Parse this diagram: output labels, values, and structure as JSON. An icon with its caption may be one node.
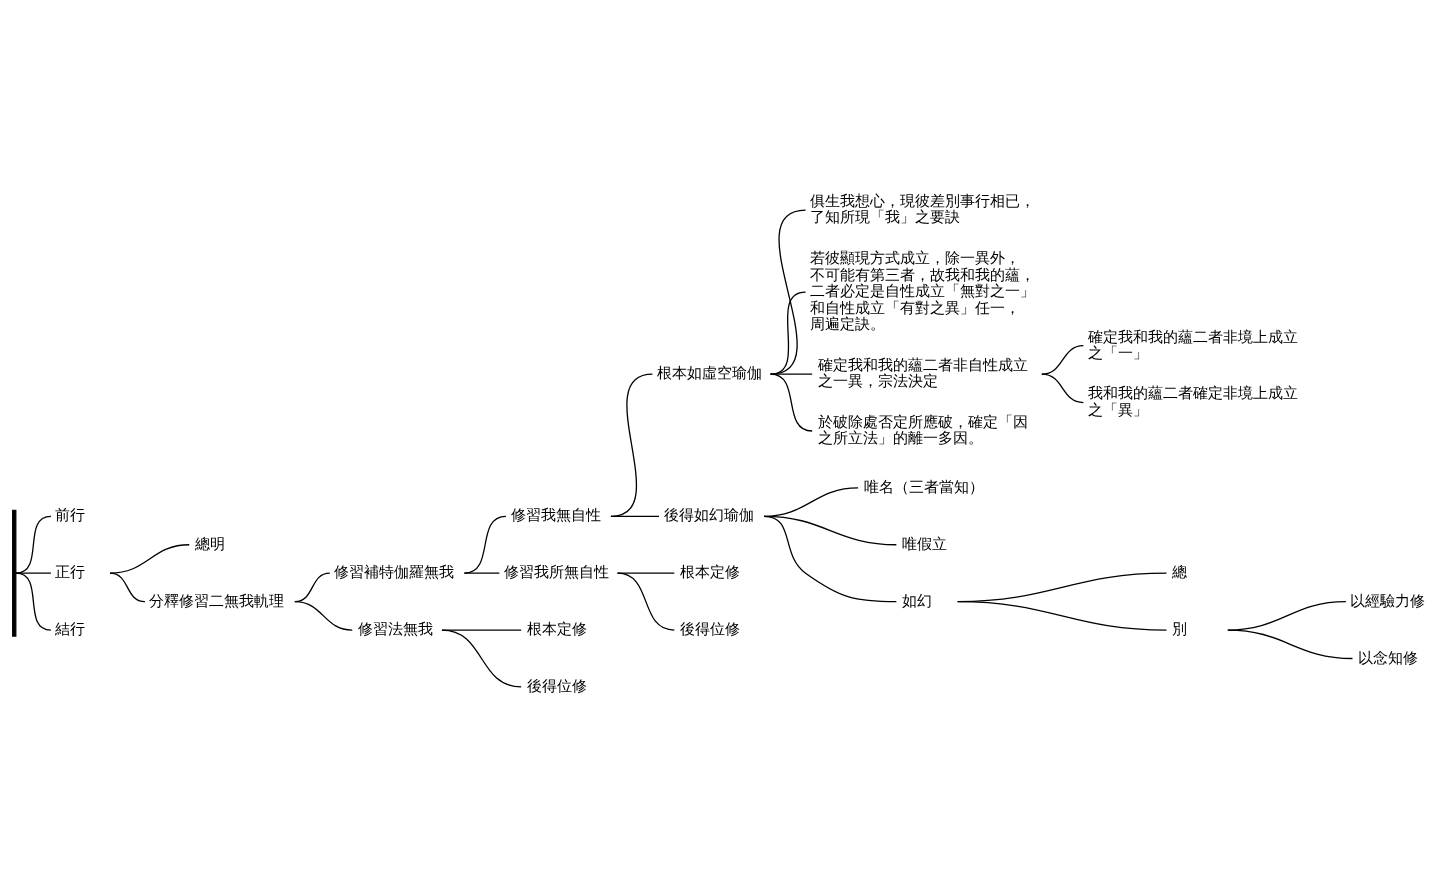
{
  "diagram": {
    "nodes": [
      {
        "text": [],
        "shape": "bar"
      },
      {
        "text": [
          "前行"
        ]
      },
      {
        "text": [
          "正行"
        ]
      },
      {
        "text": [
          "總明"
        ]
      },
      {
        "text": [
          "分釋修習二無我軌理"
        ]
      },
      {
        "text": [
          "修習補特伽羅無我"
        ]
      },
      {
        "text": [
          "修習我無自性"
        ]
      },
      {
        "text": [
          "根本如虛空瑜伽"
        ]
      },
      {
        "text": [
          "俱生我想心，現彼差別事行相已，了知所現「我」之要訣"
        ]
      },
      {
        "text": [
          "若彼顯現方式成立，除一異外，不可能有第三者，故我和我的蘊，二者必定是自性成立「無對之一」和自性成立「有對之異」任一，周遍定訣。"
        ]
      },
      {
        "text": [
          "確定我和我的蘊二者非自性成立之一異，宗法決定"
        ]
      },
      {
        "text": [
          "確定我和我的蘊二者非境上成立之「一」"
        ]
      },
      {
        "text": [
          "我和我的蘊二者確定非境上成立之「異」"
        ]
      },
      {
        "text": [
          "於破除處否定所應破，確定「因之所立法」的離一多因。"
        ]
      },
      {
        "text": [
          "後得如幻瑜伽"
        ]
      },
      {
        "text": [
          "唯名（三者當知）"
        ]
      },
      {
        "text": [
          "唯假立"
        ]
      },
      {
        "text": [
          "如幻"
        ]
      },
      {
        "text": [
          "總"
        ]
      },
      {
        "text": [
          "別"
        ]
      },
      {
        "text": [
          "以經驗力修"
        ]
      },
      {
        "text": [
          "以念知修"
        ]
      },
      {
        "text": [
          "修習我所無自性"
        ]
      },
      {
        "text": [
          "根本定修"
        ]
      },
      {
        "text": [
          "後得位修"
        ]
      },
      {
        "text": [
          "修習法無我"
        ]
      },
      {
        "text": [
          "根本定修"
        ]
      },
      {
        "text": [
          "後得位修"
        ]
      },
      {
        "text": [
          "結行"
        ]
      }
    ],
    "edges": [
      {
        "from": 0,
        "to": 1,
        "arrow": "none"
      },
      {
        "from": 0,
        "to": 2,
        "arrow": "none"
      },
      {
        "from": 2,
        "to": 3,
        "arrow": "none"
      },
      {
        "from": 2,
        "to": 4,
        "arrow": "none"
      },
      {
        "from": 4,
        "to": 5,
        "arrow": "none"
      },
      {
        "from": 5,
        "to": 6,
        "arrow": "none"
      },
      {
        "from": 6,
        "to": 7,
        "arrow": "none"
      },
      {
        "from": 7,
        "to": 8,
        "arrow": "none"
      },
      {
        "from": 7,
        "to": 9,
        "arrow": "none"
      },
      {
        "from": 7,
        "to": 10,
        "arrow": "none"
      },
      {
        "from": 10,
        "to": 11,
        "arrow": "none"
      },
      {
        "from": 10,
        "to": 12,
        "arrow": "none"
      },
      {
        "from": 7,
        "to": 13,
        "arrow": "none"
      },
      {
        "from": 6,
        "to": 14,
        "arrow": "none"
      },
      {
        "from": 14,
        "to": 15,
        "arrow": "none"
      },
      {
        "from": 14,
        "to": 16,
        "arrow": "none"
      },
      {
        "from": 14,
        "to": 17,
        "arrow": "none"
      },
      {
        "from": 17,
        "to": 18,
        "arrow": "none"
      },
      {
        "from": 17,
        "to": 19,
        "arrow": "none"
      },
      {
        "from": 19,
        "to": 20,
        "arrow": "none"
      },
      {
        "from": 19,
        "to": 21,
        "arrow": "none"
      },
      {
        "from": 5,
        "to": 22,
        "arrow": "none"
      },
      {
        "from": 22,
        "to": 23,
        "arrow": "none"
      },
      {
        "from": 22,
        "to": 24,
        "arrow": "none"
      },
      {
        "from": 4,
        "to": 25,
        "arrow": "none"
      },
      {
        "from": 25,
        "to": 26,
        "arrow": "none"
      },
      {
        "from": 25,
        "to": 27,
        "arrow": "none"
      },
      {
        "from": 0,
        "to": 28,
        "arrow": "none"
      }
    ]
  }
}
